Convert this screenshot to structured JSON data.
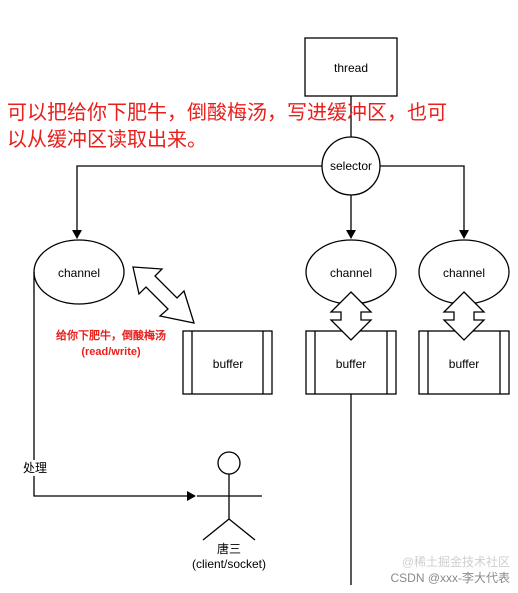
{
  "annotation": {
    "line1": "可以把给你下肥牛，倒酸梅汤，写进缓冲区，也可",
    "line2": "以从缓冲区读取出来。"
  },
  "nodes": {
    "thread": "thread",
    "selector": "selector",
    "channel_left": "channel",
    "channel_mid": "channel",
    "channel_right": "channel",
    "buffer_left": "buffer",
    "buffer_mid": "buffer",
    "buffer_right": "buffer"
  },
  "left_op": {
    "line1": "给你下肥牛，倒酸梅汤",
    "line2": "(read/write)"
  },
  "edge_label": "处理",
  "person": {
    "name": "唐三",
    "role": "(client/socket)"
  },
  "watermarks": {
    "juejin": "@稀土掘金技术社区",
    "csdn": "CSDN @xxx-李大代表"
  },
  "colors": {
    "annotation": "#e8201d",
    "stroke": "#000000",
    "watermark": "#cfcfcf"
  }
}
